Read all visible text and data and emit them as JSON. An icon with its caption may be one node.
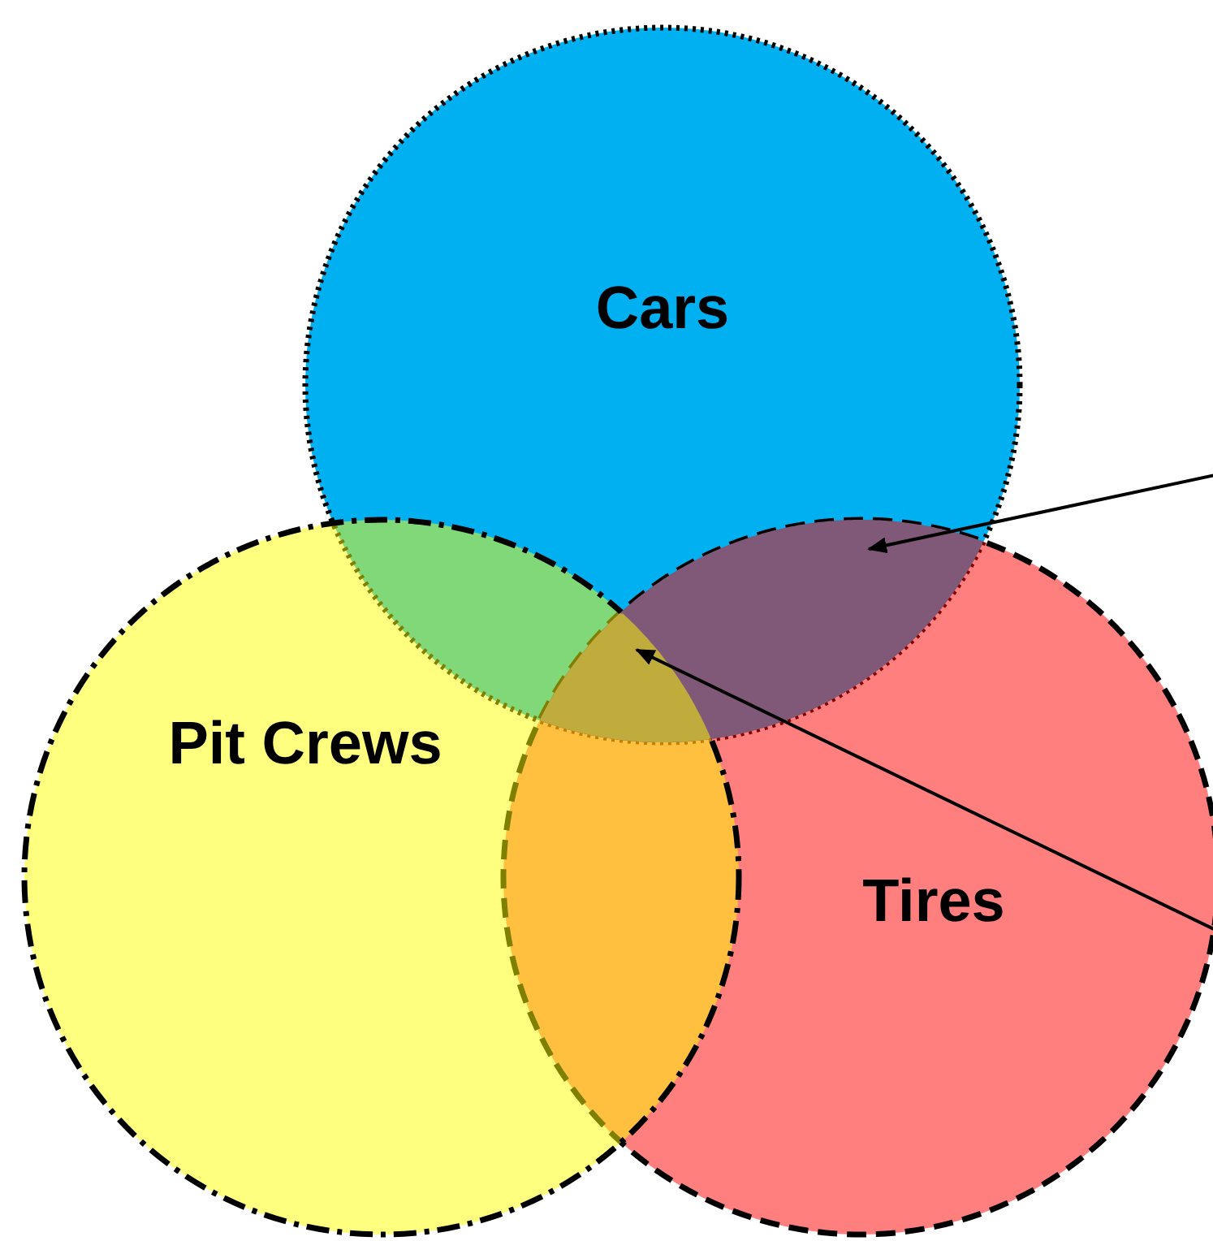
{
  "diagram": {
    "nodes": [
      {
        "text": [
          "Cars"
        ]
      },
      {
        "text": [
          "Pit Crews"
        ]
      },
      {
        "text": [
          "Tires"
        ]
      },
      {
        "text": [],
        "shape": "region"
      },
      {
        "text": [],
        "shape": "region"
      }
    ],
    "edges": [
      {
        "from": null,
        "to": 3,
        "arrow": "to"
      },
      {
        "from": null,
        "to": 4,
        "arrow": "to"
      }
    ]
  }
}
